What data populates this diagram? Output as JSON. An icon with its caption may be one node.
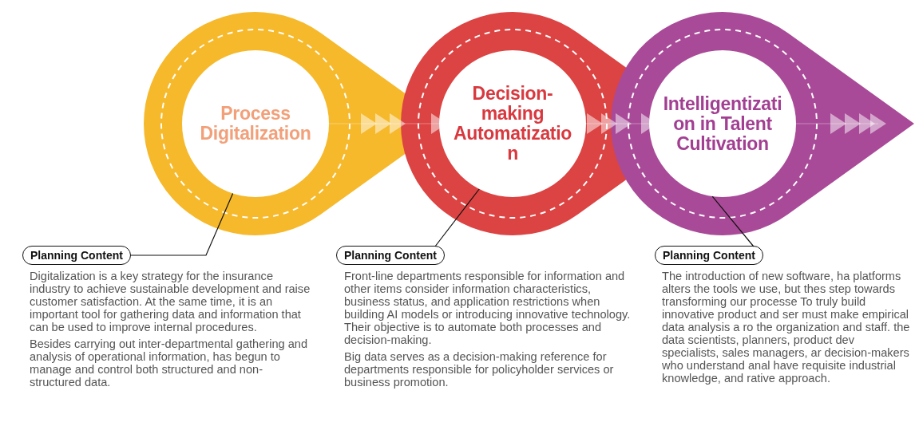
{
  "diagram": {
    "nodes": [
      {
        "text": [
          "Process Digitalization"
        ]
      },
      {
        "text": [
          "Decision-making Automatization"
        ]
      },
      {
        "text": [
          "Intelligentization in Talent Cultivation"
        ]
      },
      {
        "text": [
          "Planning Content"
        ],
        "beside": [
          "Digitalization is a key strategy for the insurance industry to achieve sustainable development and raise customer satisfaction. At the same time, it is an important tool for gathering data and information that can be used to improve internal procedures.",
          "Besides carrying out inter-departmental gathering and analysis of operational information, has begun to manage and control both structured and non-structured data."
        ]
      },
      {
        "text": [
          "Planning Content"
        ],
        "beside": [
          "Front-line departments responsible for information and other items consider information characteristics, business status, and application restrictions when building AI models or introducing innovative technology. Their objective is to automate both processes and decision-making.",
          "Big data serves as a decision-making reference for departments responsible for policyholder services or business promotion."
        ]
      },
      {
        "text": [
          "Planning Content"
        ],
        "beside": [
          "The introduction of new software, ha platforms alters the tools we use, but thes step towards transforming our processe To truly build innovative product and ser must make empirical data analysis a ro the organization and staff. the data scientists, planners, product dev specialists, sales managers, ar decision-makers who understand anal have requisite industrial knowledge, and rative approach."
        ]
      }
    ],
    "edges": [
      {
        "from": 0,
        "to": 1,
        "arrow": "to"
      },
      {
        "from": 1,
        "to": 2,
        "arrow": "to"
      },
      {
        "from": 2,
        "to": null,
        "arrow": "to"
      },
      {
        "from": 3,
        "to": 0,
        "arrow": "none",
        "color": "#111111"
      },
      {
        "from": 4,
        "to": 1,
        "arrow": "none",
        "color": "#111111"
      },
      {
        "from": 5,
        "to": 2,
        "arrow": "none",
        "color": "#111111"
      }
    ]
  }
}
